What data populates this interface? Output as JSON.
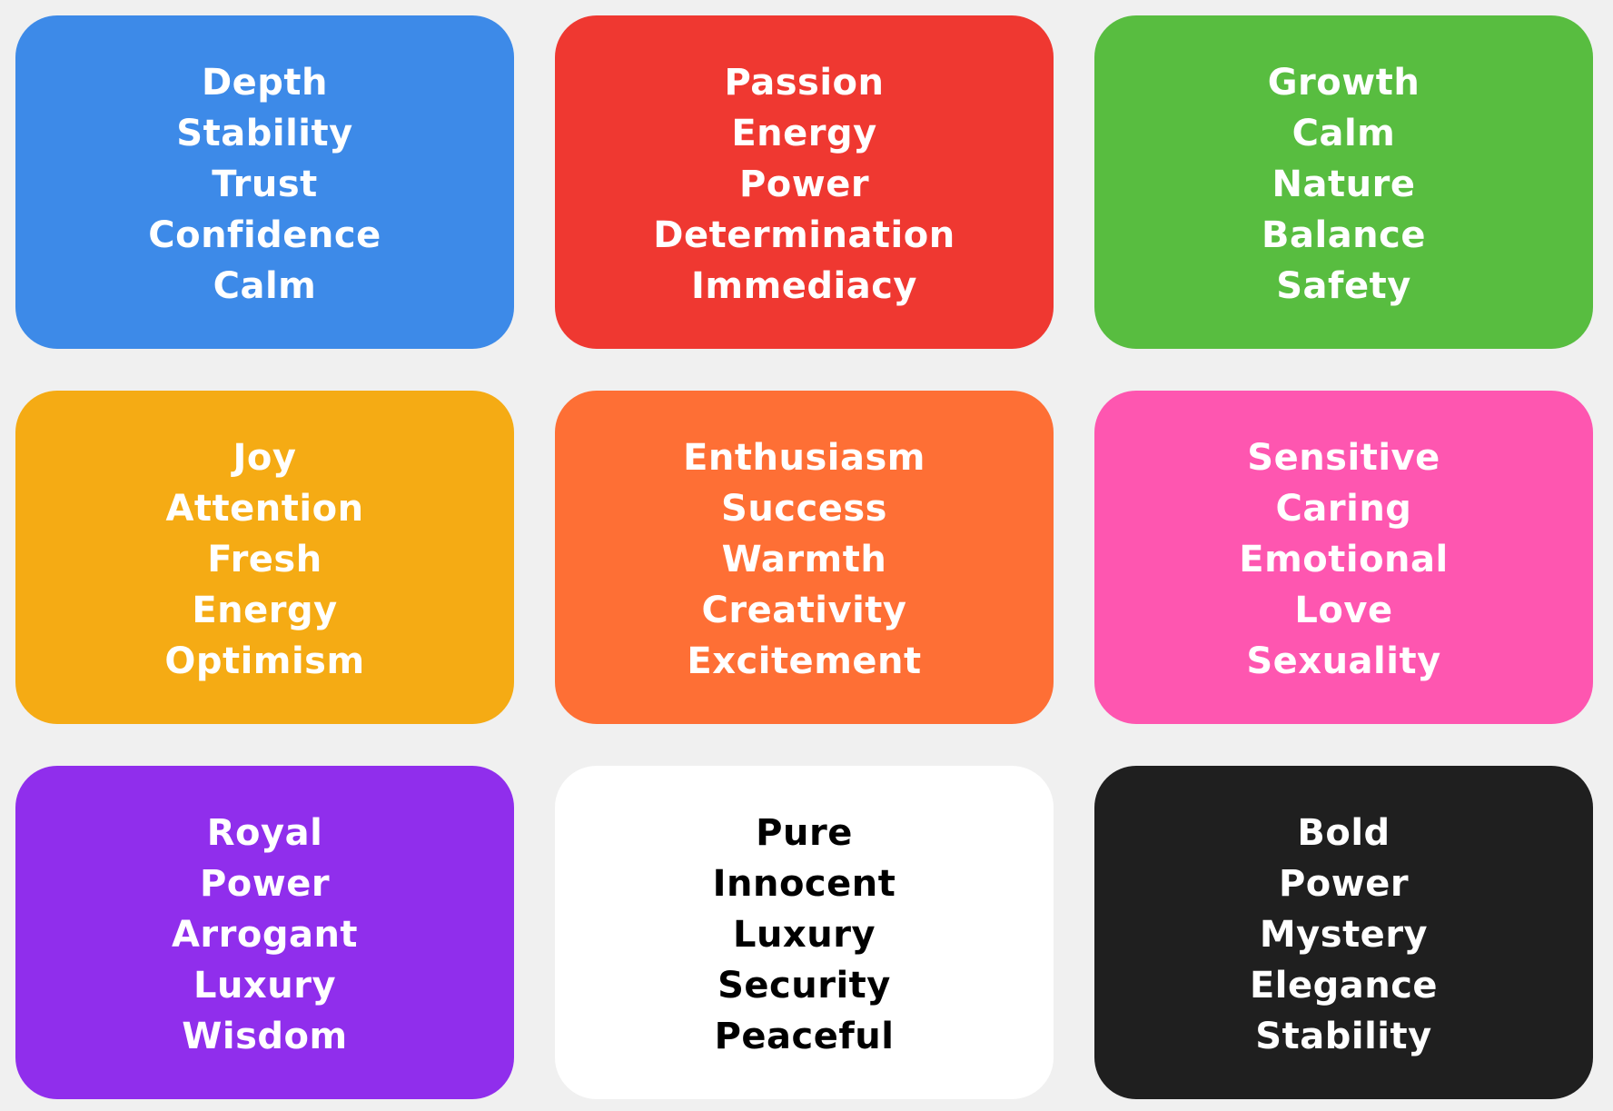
{
  "cards": [
    {
      "id": "blue",
      "color": "#3d8ae8",
      "text_color": "#ffffff",
      "words": [
        "Depth",
        "Stability",
        "Trust",
        "Confidence",
        "Calm"
      ]
    },
    {
      "id": "red",
      "color": "#ef3831",
      "text_color": "#ffffff",
      "words": [
        "Passion",
        "Energy",
        "Power",
        "Determination",
        "Immediacy"
      ]
    },
    {
      "id": "green",
      "color": "#58bd40",
      "text_color": "#ffffff",
      "words": [
        "Growth",
        "Calm",
        "Nature",
        "Balance",
        "Safety"
      ]
    },
    {
      "id": "yellow",
      "color": "#f5ab14",
      "text_color": "#ffffff",
      "words": [
        "Joy",
        "Attention",
        "Fresh",
        "Energy",
        "Optimism"
      ]
    },
    {
      "id": "orange",
      "color": "#fe6f35",
      "text_color": "#ffffff",
      "words": [
        "Enthusiasm",
        "Success",
        "Warmth",
        "Creativity",
        "Excitement"
      ]
    },
    {
      "id": "pink",
      "color": "#fe56b0",
      "text_color": "#ffffff",
      "words": [
        "Sensitive",
        "Caring",
        "Emotional",
        "Love",
        "Sexuality"
      ]
    },
    {
      "id": "purple",
      "color": "#902eec",
      "text_color": "#ffffff",
      "words": [
        "Royal",
        "Power",
        "Arrogant",
        "Luxury",
        "Wisdom"
      ]
    },
    {
      "id": "white",
      "color": "#ffffff",
      "text_color": "#000000",
      "words": [
        "Pure",
        "Innocent",
        "Luxury",
        "Security",
        "Peaceful"
      ]
    },
    {
      "id": "black",
      "color": "#1f1f1f",
      "text_color": "#ffffff",
      "words": [
        "Bold",
        "Power",
        "Mystery",
        "Elegance",
        "Stability"
      ]
    }
  ]
}
